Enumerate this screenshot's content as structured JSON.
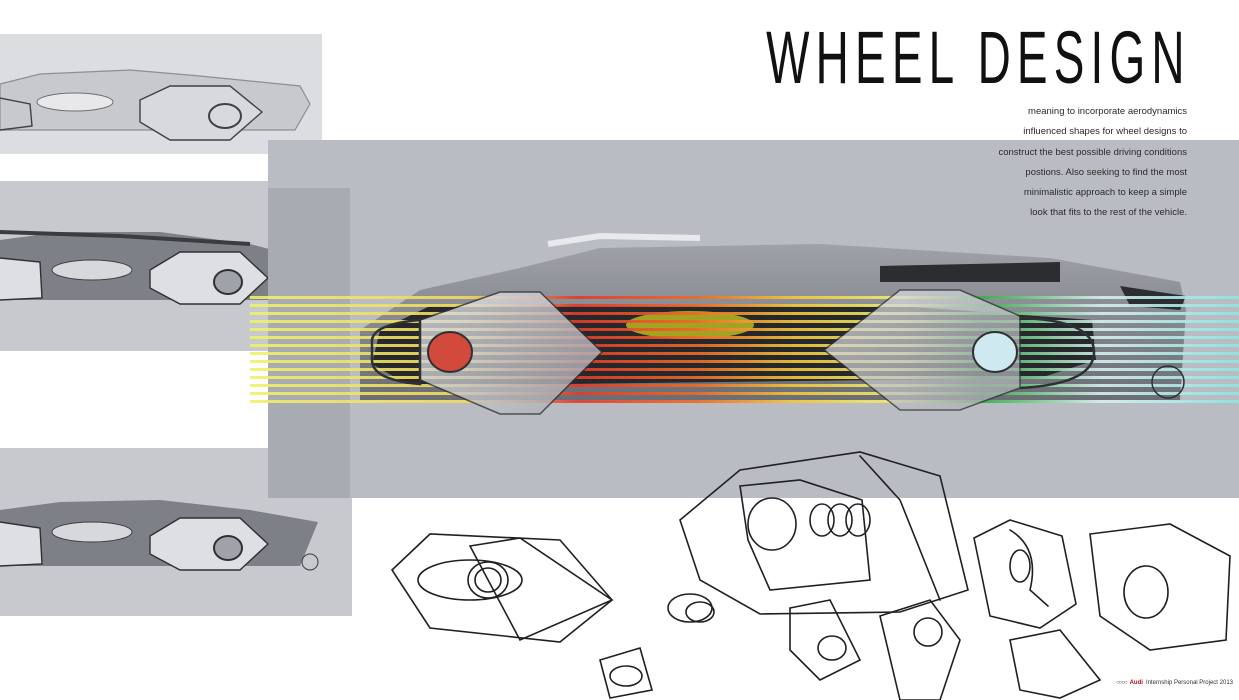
{
  "title": "WHEEL DESIGN",
  "description_lines": [
    "meaning to incorporate aerodynamics",
    "influenced shapes for wheel designs to",
    "construct the best possible driving conditions",
    "postions.  Also seeking to find the most",
    "minimalistic approach to keep a simple",
    "look that fits to the rest of the vehicle."
  ],
  "footer": {
    "brand": "Audi",
    "project": "Internship Personal Project 2013"
  },
  "colors": {
    "panel_gray": "#b9bcc2",
    "brand_red": "#b0101a"
  }
}
